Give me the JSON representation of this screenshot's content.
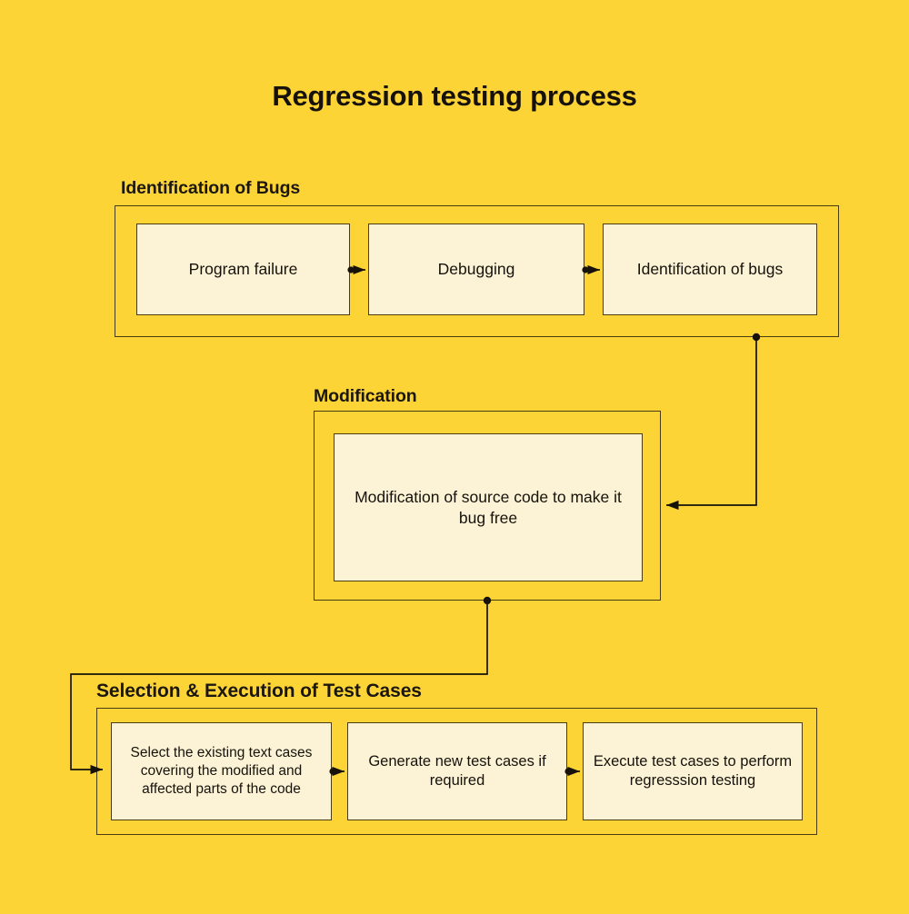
{
  "title": "Regression testing process",
  "colors": {
    "background": "#FCD435",
    "box_fill": "#FCF3D6",
    "stroke": "#4a3c10",
    "text": "#16120b"
  },
  "sections": [
    {
      "id": "identification",
      "label": "Identification of Bugs",
      "steps": [
        {
          "id": "program-failure",
          "text": "Program failure"
        },
        {
          "id": "debugging",
          "text": "Debugging"
        },
        {
          "id": "identification-of-bugs",
          "text": "Identification of bugs"
        }
      ]
    },
    {
      "id": "modification",
      "label": "Modification",
      "steps": [
        {
          "id": "modify-source-code",
          "text": "Modification of source code to make it bug free"
        }
      ]
    },
    {
      "id": "selection-execution",
      "label": "Selection & Execution of Test Cases",
      "steps": [
        {
          "id": "select-existing-cases",
          "text": "Select the existing text cases covering the modified and affected parts of the code"
        },
        {
          "id": "generate-new-cases",
          "text": "Generate new test cases if required"
        },
        {
          "id": "execute-test-cases",
          "text": "Execute test cases to perform regresssion testing"
        }
      ]
    }
  ],
  "connectors": [
    {
      "id": "program-failure-to-debugging",
      "kind": "arrow-right"
    },
    {
      "id": "debugging-to-identification",
      "kind": "arrow-right"
    },
    {
      "id": "identification-group-to-modification-group",
      "kind": "elbow-arrow"
    },
    {
      "id": "modification-group-to-selection-group",
      "kind": "elbow-arrow"
    },
    {
      "id": "select-to-generate",
      "kind": "arrow-right"
    },
    {
      "id": "generate-to-execute",
      "kind": "arrow-right"
    }
  ]
}
